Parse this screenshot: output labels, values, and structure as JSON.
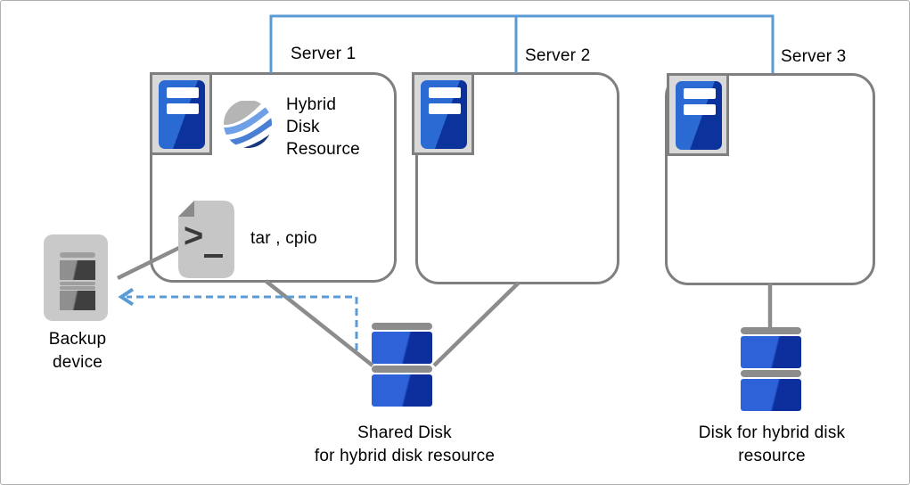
{
  "diagram": {
    "servers": [
      {
        "label": "Server 1"
      },
      {
        "label": "Server 2"
      },
      {
        "label": "Server 3"
      }
    ],
    "server1": {
      "hybrid_disk_resource_label": "Hybrid\nDisk\nResource",
      "archive_tools_label": "tar , cpio",
      "script_prompt_glyph": ">"
    },
    "backup_device": {
      "label": "Backup\ndevice"
    },
    "shared_disk": {
      "label": "Shared Disk\nfor hybrid disk resource"
    },
    "hybrid_disk": {
      "label": "Disk for hybrid disk\nresource"
    },
    "colors": {
      "network_blue": "#5B9BD5",
      "connector_gray": "#8C8C8C",
      "box_border_gray": "#7F7F7F",
      "server_blue_light": "#2B69D3",
      "server_blue_dark": "#0B339B",
      "disk_blue_light": "#2E62D9",
      "disk_blue_dark": "#0D2F9E",
      "icon_gray_light": "#C9C9C9",
      "icon_gray_dark": "#3F3F3F"
    },
    "icons": {
      "server": "server-tower-icon",
      "hybrid": "hybrid-disk-resource-icon",
      "script": "script-file-icon",
      "backup": "backup-device-icon",
      "disk": "disk-stack-icon"
    }
  }
}
